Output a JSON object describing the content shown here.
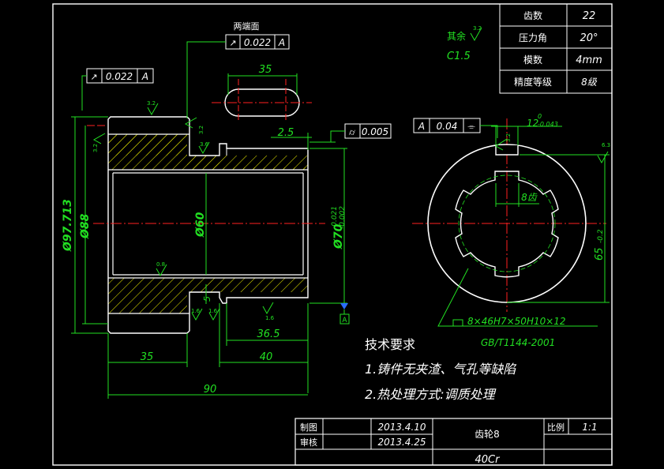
{
  "colors": {
    "background": "#000000",
    "outline": "#ffffff",
    "dimension": "#22e022",
    "centerline": "#ff2020",
    "hatch": "#f0f000",
    "datum": "#2a6cff"
  },
  "params_table": [
    {
      "label": "齿数",
      "value": "22"
    },
    {
      "label": "压力角",
      "value": "20°"
    },
    {
      "label": "模数",
      "value": "4mm"
    },
    {
      "label": "精度等级",
      "value": "8级"
    }
  ],
  "surface_note": {
    "label": "其余",
    "roughness": "3.2",
    "chamfer": "C1.5"
  },
  "front_view": {
    "both_ends_label": "两端面",
    "gtol_top": {
      "symbol": "↗",
      "value": "0.022",
      "datum": "A"
    },
    "gtol_left": {
      "symbol": "↗",
      "value": "0.022",
      "datum": "A"
    },
    "gtol_right": {
      "symbol": "⌭",
      "value": "0.005"
    },
    "keyway_width": "35",
    "dim_2_5": "2.5",
    "dia_tip": "Ø97.713",
    "dia_88": "Ø88",
    "dia_bore": "Ø60",
    "dia_shaft": "Ø70",
    "dia_shaft_upper": "-0.021",
    "dia_shaft_lower": "-0.002",
    "dim_5": "5",
    "dim_36_5": "36.5",
    "dim_35": "35",
    "dim_40": "40",
    "dim_90": "90",
    "datum_letter": "A",
    "roughness_marks": [
      "3.2",
      "3.2",
      "3.2",
      "3.6",
      "0.8",
      "1.6",
      "1.6",
      "1.6"
    ]
  },
  "side_view": {
    "gtol": {
      "datum": "A",
      "value": "0.04",
      "symbol": "⌯"
    },
    "key_width": "12",
    "key_upper": "0",
    "key_lower": "-0.043",
    "key_rough": "3.2",
    "outer_rough": "6.3",
    "tooth_label": "8齿",
    "depth": "65",
    "depth_tol": "-0.2",
    "spline_spec": "8×46H7×50H10×12",
    "spline_std": "GB/T1144-2001"
  },
  "tech_requirements": {
    "title": "技术要求",
    "items": [
      "1.铸件无夹渣、气孔等缺陷",
      "2.热处理方式:调质处理"
    ]
  },
  "title_block": {
    "drawn_label": "制图",
    "drawn_date": "2013.4.10",
    "check_label": "审核",
    "check_date": "2013.4.25",
    "part_name": "齿轮8",
    "scale_label": "比例",
    "scale_value": "1:1",
    "material": "40Cr"
  }
}
